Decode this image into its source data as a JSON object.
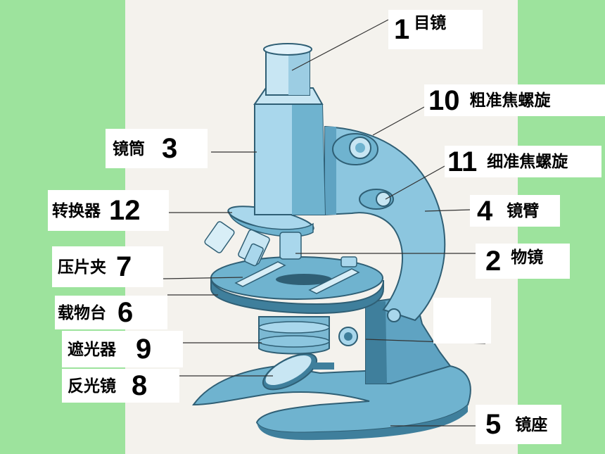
{
  "colors": {
    "background": "#9de39d",
    "panel": "#f4f2ed",
    "body_light": "#a9d7ec",
    "body_mid": "#6fb3cf",
    "body_dark": "#3f7f9c",
    "outline": "#2f5f75"
  },
  "labels": [
    {
      "id": "eyepiece",
      "number": "1",
      "name": "目镜"
    },
    {
      "id": "objective",
      "number": "2",
      "name": "物镜"
    },
    {
      "id": "tube",
      "number": "3",
      "name": "镜筒"
    },
    {
      "id": "arm",
      "number": "4",
      "name": "镜臂"
    },
    {
      "id": "base",
      "number": "5",
      "name": "镜座"
    },
    {
      "id": "stage",
      "number": "6",
      "name": "载物台"
    },
    {
      "id": "clip",
      "number": "7",
      "name": "压片夹"
    },
    {
      "id": "mirror",
      "number": "8",
      "name": "反光镜"
    },
    {
      "id": "diaphragm",
      "number": "9",
      "name": "遮光器"
    },
    {
      "id": "coarse",
      "number": "10",
      "name": "粗准焦螺旋"
    },
    {
      "id": "fine",
      "number": "11",
      "name": "细准焦螺旋"
    },
    {
      "id": "nosepiece",
      "number": "12",
      "name": "转换器"
    }
  ]
}
